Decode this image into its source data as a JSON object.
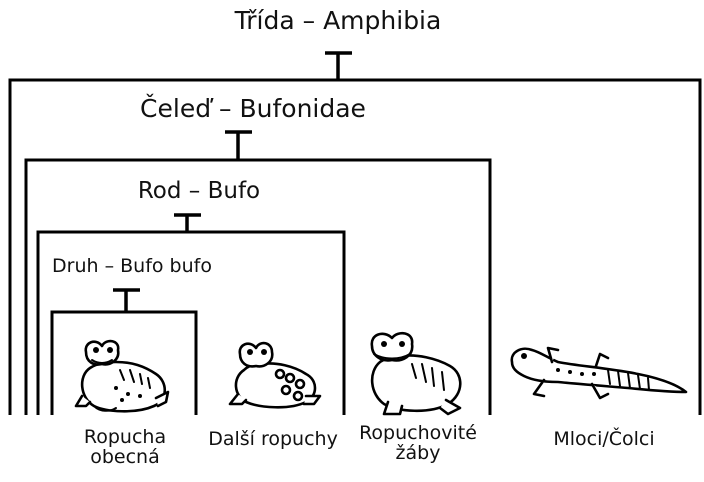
{
  "levels": {
    "class": "Třída – Amphibia",
    "family": "Čeleď – Bufonidae",
    "genus": "Rod – Bufo",
    "species": "Druh – Bufo bufo"
  },
  "animals": {
    "common_toad_line1": "Ropucha",
    "common_toad_line2": "obecná",
    "other_toads": "Další ropuchy",
    "toadlike_frogs_line1": "Ropuchovité",
    "toadlike_frogs_line2": "žáby",
    "salamanders": "Mloci/Čolci"
  },
  "icons": [
    "common-toad-icon",
    "other-toad-icon",
    "toadlike-frog-icon",
    "salamander-icon"
  ],
  "colors": {
    "ink": "#000000",
    "background": "#ffffff"
  }
}
